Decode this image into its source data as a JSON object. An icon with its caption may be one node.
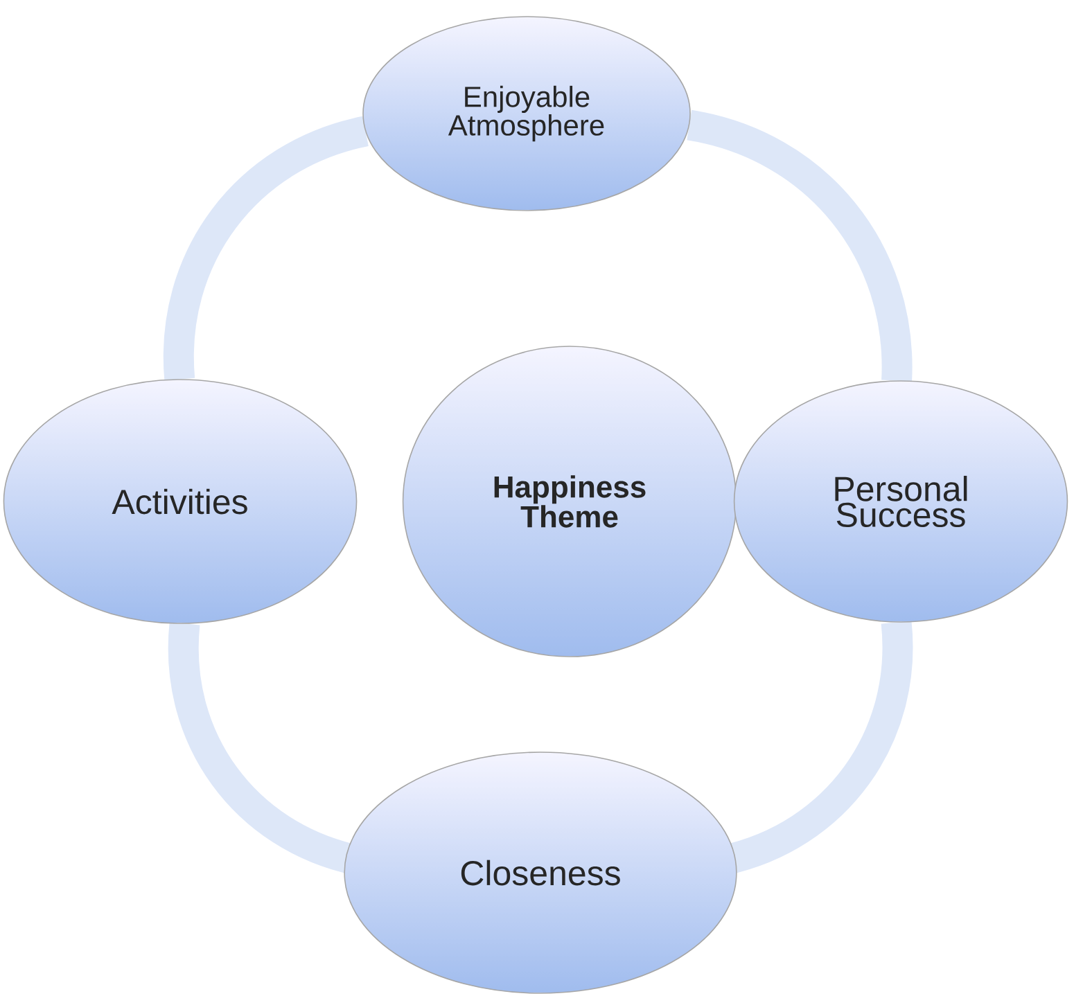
{
  "diagram": {
    "nodes": [
      {
        "text": [
          "Enjoyable Atmosphere"
        ]
      },
      {
        "text": [
          "Activities"
        ]
      },
      {
        "text": [
          "Happiness Theme"
        ]
      },
      {
        "text": [
          "Personal Success"
        ]
      },
      {
        "text": [
          "Closeness"
        ]
      }
    ],
    "edges": [
      {
        "from": 0,
        "to": 3,
        "arrow": "none"
      },
      {
        "from": 3,
        "to": 4,
        "arrow": "none"
      },
      {
        "from": 4,
        "to": 1,
        "arrow": "none"
      },
      {
        "from": 1,
        "to": 0,
        "arrow": "none"
      }
    ]
  }
}
